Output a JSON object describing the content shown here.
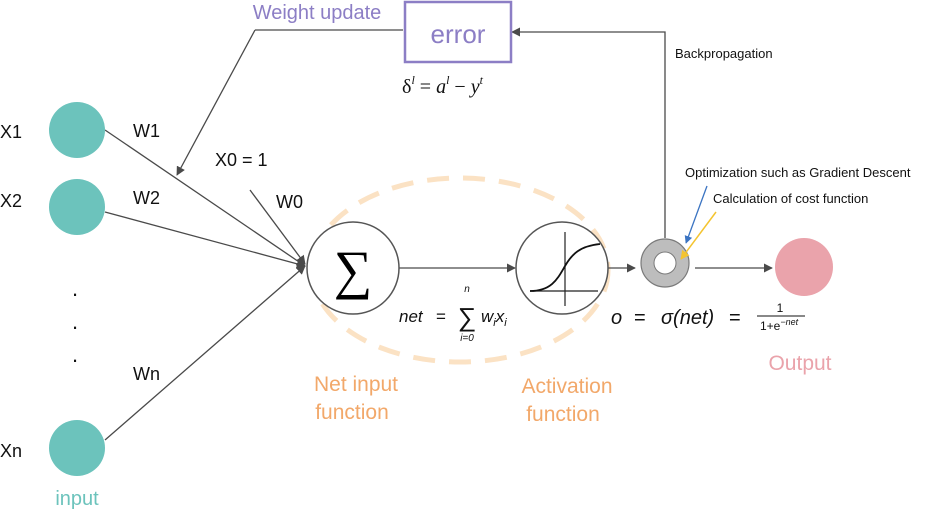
{
  "colors": {
    "input_node": "#6cc3bc",
    "output_node": "#eaa3ab",
    "error_box": "#8c7ec5",
    "function_label": "#f2a86a",
    "dashed_ellipse": "#fbe2c4",
    "optimizer_ring": "#bdbdbd",
    "edge": "#4a4a4a",
    "arrow_blue": "#3b74c2",
    "arrow_yellow": "#f4c430"
  },
  "labels": {
    "weight_update": "Weight update",
    "error": "error",
    "backpropagation": "Backpropagation",
    "optimization": "Optimization such as Gradient Descent",
    "cost": "Calculation of cost function",
    "x0": "X0 = 1",
    "w0": "W0",
    "input": "input",
    "output": "Output",
    "net_input_1": "Net input",
    "net_input_2": "function",
    "activation_1": "Activation",
    "activation_2": "function"
  },
  "inputs": [
    {
      "label": "X1",
      "weight": "W1"
    },
    {
      "label": "X2",
      "weight": "W2"
    },
    {
      "label": "Xn",
      "weight": "Wn"
    }
  ],
  "ellipsis_dots": [
    "·",
    "·",
    "·"
  ],
  "formulas": {
    "delta": {
      "symbol": "δ",
      "sup": "l",
      "eq": " = ",
      "a": "a",
      "a_sup": "l",
      "minus": " − ",
      "y": "y",
      "y_sup": "t"
    },
    "net": {
      "lhs": "net",
      "eq": "=",
      "sigma": "∑",
      "upper": "n",
      "lower": "i=0",
      "term_w": "w",
      "term_x": "x",
      "sub": "i"
    },
    "output": {
      "o": "o",
      "eq": "=",
      "sigma_fn": "σ(net)",
      "eq2": "=",
      "numerator": "1",
      "denominator": "1+e",
      "denominator_sup": "−net"
    }
  },
  "icons": {
    "sum": "summation-icon",
    "activation": "sigmoid-curve-icon"
  }
}
